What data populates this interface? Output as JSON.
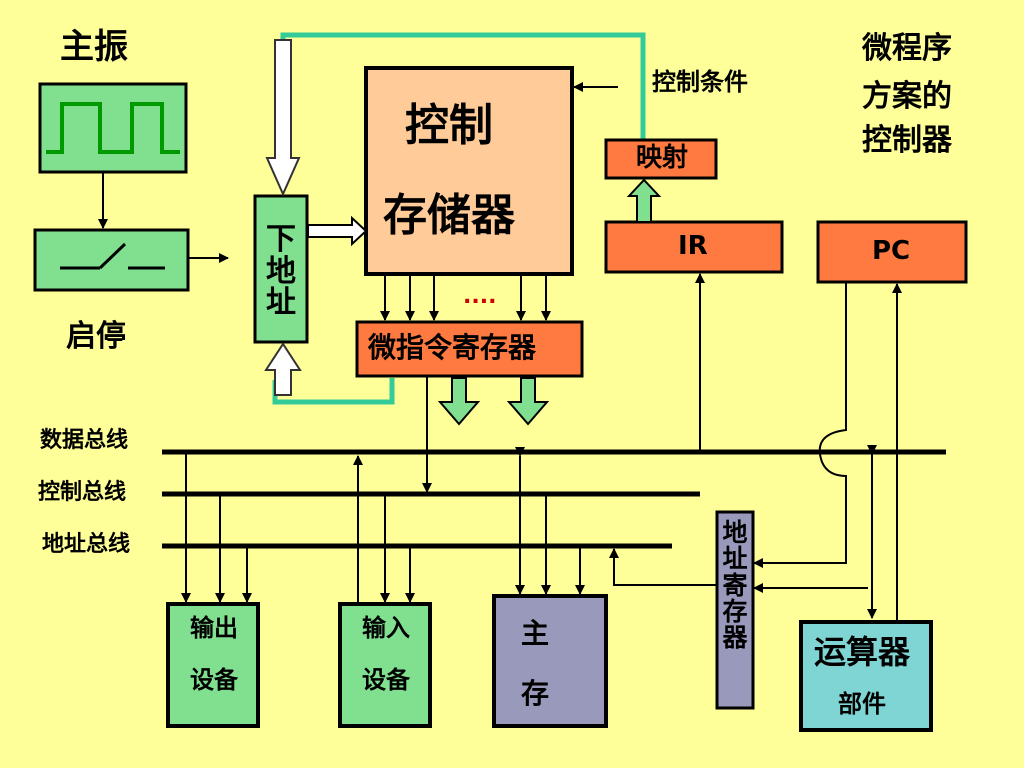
{
  "labels": {
    "oscillator": "主振",
    "start_stop": "启停",
    "next_address": [
      "下",
      "地",
      "址"
    ],
    "control_store_line1": "控制",
    "control_store_line2": "存储器",
    "ellipsis": "....",
    "micro_instruction_register": "微指令寄存器",
    "control_conditions": "控制条件",
    "mapping": "映射",
    "ir": "IR",
    "pc": "PC",
    "title_lines": [
      "微程序",
      "方案的",
      "控制器"
    ],
    "data_bus": "数据总线",
    "control_bus": "控制总线",
    "address_bus": "地址总线",
    "output_device": [
      "输出",
      "设备"
    ],
    "input_device": [
      "输入",
      "设备"
    ],
    "main_memory": [
      "主",
      "存"
    ],
    "address_register": [
      "地",
      "址",
      "寄",
      "存",
      "器"
    ],
    "alu": [
      "运算器",
      "部件"
    ]
  },
  "colors": {
    "background": "#FFFF99",
    "green_box": "#80E090",
    "control_store": "#FFCC99",
    "orange_box": "#FF7A40",
    "main_memory": "#9999BB",
    "alu": "#7FD4D4",
    "teal_line": "#33CC99"
  }
}
